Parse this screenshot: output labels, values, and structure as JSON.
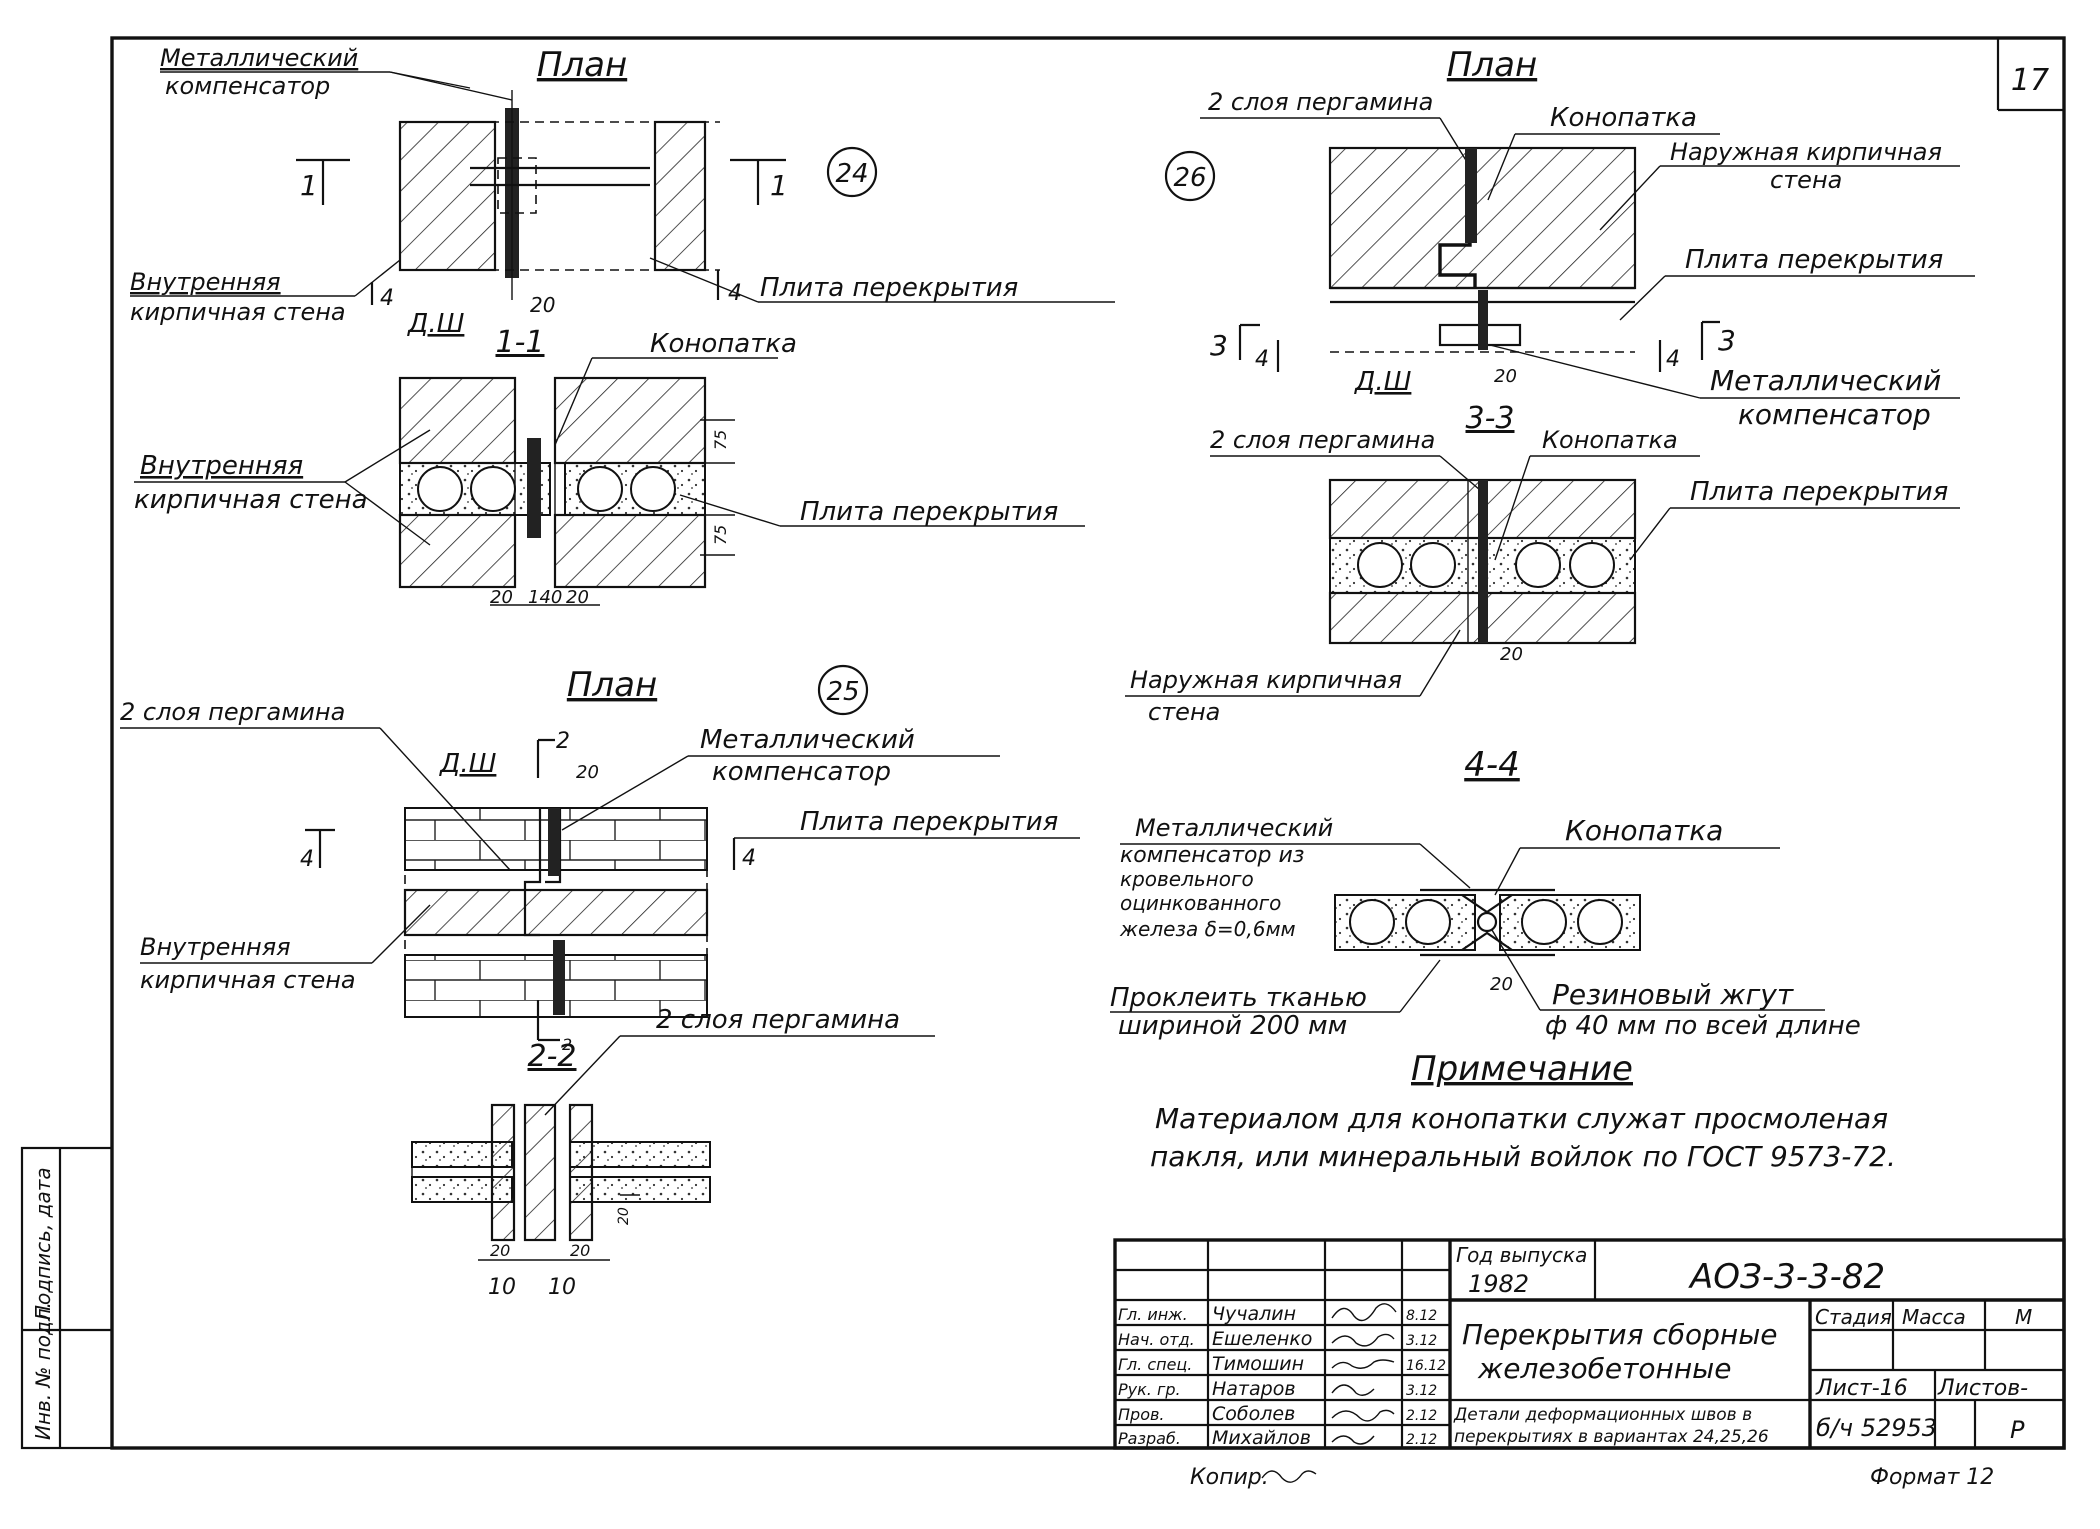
{
  "sheet": {
    "page_number": "17"
  },
  "detail24": {
    "title": "План",
    "number": "24",
    "label_metal_comp": [
      "Металлический",
      "компенсатор"
    ],
    "label_inner_wall": [
      "Внутренняя",
      "кирпичная стена"
    ],
    "label_slab": "Плита перекрытия",
    "dim_ds": "Д.Ш",
    "dim_20": "20",
    "mark_1": "1",
    "mark_4": "4",
    "section_title": "1-1",
    "label_caulk": "Конопатка",
    "label_inner_wall_2": [
      "Внутренняя",
      "кирпичная стена"
    ],
    "label_slab_2": "Плита перекрытия",
    "dims_bottom": [
      "20",
      "140",
      "20"
    ],
    "dim_75a": "75",
    "dim_75b": "75"
  },
  "detail25": {
    "title": "План",
    "number": "25",
    "label_pergamin": "2 слоя пергамина",
    "label_ds": "Д.Ш",
    "mark_2": "2",
    "dim_20": "20",
    "label_metal_comp": [
      "Металлический",
      "компенсатор"
    ],
    "label_slab": "Плита перекрытия",
    "mark_4": "4",
    "label_inner_wall": [
      "Внутренняя",
      "кирпичная стена"
    ],
    "label_pergamin_2": "2 слоя пергамина",
    "section_title": "2-2",
    "dims_bottom": [
      "20",
      "20",
      "10",
      "10"
    ],
    "dim_side": "20"
  },
  "detail26": {
    "title": "План",
    "number": "26",
    "label_pergamin": "2 слоя пергамина",
    "label_caulk": "Конопатка",
    "label_outer_wall": [
      "Наружная кирпичная",
      "стена"
    ],
    "label_slab": "Плита перекрытия",
    "mark_3": "3",
    "mark_4": "4",
    "dim_ds": "Д.Ш",
    "dim_20": "20",
    "label_metal_comp": [
      "Металлический",
      "компенсатор"
    ],
    "section_title": "3-3",
    "label_pergamin_2": "2 слоя пергамина",
    "label_caulk_2": "Конопатка",
    "label_slab_2": "Плита перекрытия",
    "label_outer_wall_2": [
      "Наружная кирпичная",
      "стена"
    ],
    "dim_20b": "20"
  },
  "section44": {
    "title": "4-4",
    "label_metal": [
      "Металлический",
      "компенсатор из",
      "кровельного",
      "оцинкованного",
      "железа δ=0,6мм"
    ],
    "label_caulk": "Конопатка",
    "label_fabric": [
      "Проклеить тканью",
      "шириной 200 мм"
    ],
    "dim_20": "20",
    "label_rubber": [
      "Резиновый жгут",
      "ф 40 мм по всей длине"
    ]
  },
  "note": {
    "title": "Примечание",
    "lines": [
      "Материалом для конопатки служат просмоленая",
      "пакля, или минеральный войлок по ГОСТ 9573-72."
    ]
  },
  "title_block": {
    "year_label": "Год выпуска",
    "year": "1982",
    "code": "АОЗ-3-3-82",
    "stage_label": "Стадия",
    "mass_label": "Масса",
    "scale_label": "М",
    "roles": [
      "Гл. инж.",
      "Нач. отд.",
      "Гл. спец.",
      "Рук. гр.",
      "Пров.",
      "Разраб."
    ],
    "names": [
      "Чучалин",
      "Ешеленко",
      "Тимошин",
      "Натаров",
      "Соболев",
      "Михайлов"
    ],
    "dates": [
      "8.12",
      "3.12",
      "16.12",
      "3.12",
      "2.12",
      "2.12"
    ],
    "title_main": [
      "Перекрытия сборные",
      "железобетонные"
    ],
    "sheet_label": "Лист-16",
    "sheets_label": "Листов-",
    "title_sub": [
      "Детали деформационных швов в",
      "перекрытиях в вариантах 24,25,26"
    ],
    "inventory": "б/ч 52953",
    "stage_value": "Р",
    "copied_label": "Копир.",
    "format_label": "Формат 12",
    "side_stamp": [
      "Инв. № подл.",
      "Подпись, дата"
    ]
  }
}
